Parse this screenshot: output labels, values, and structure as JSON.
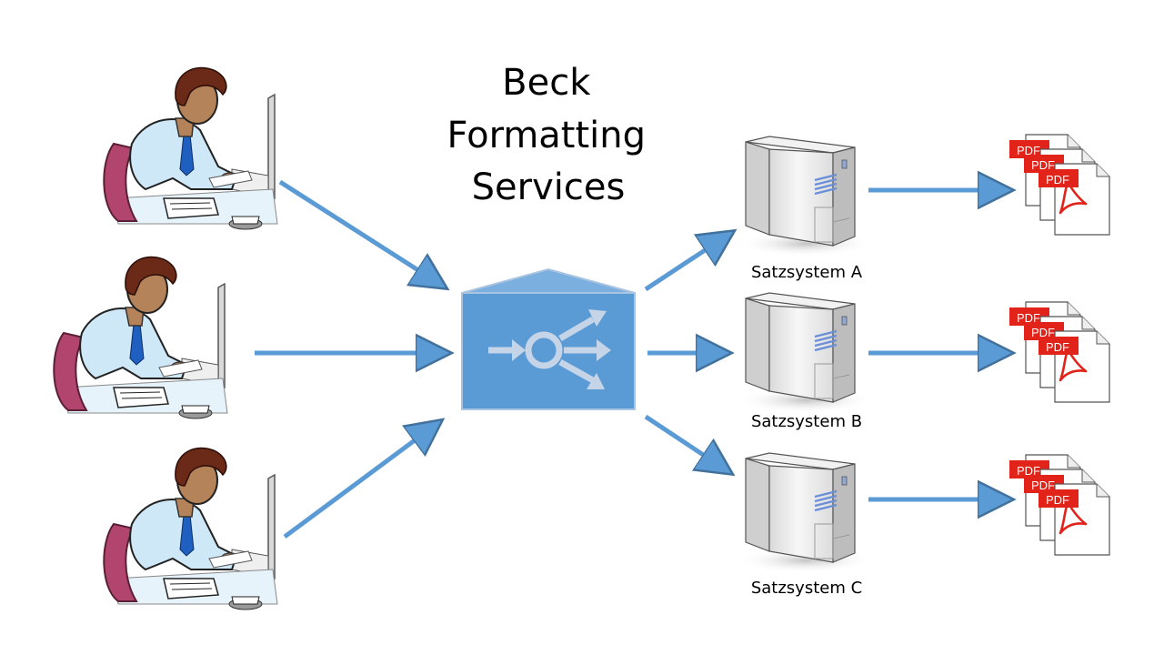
{
  "title": {
    "lines": [
      "Beck",
      "Formatting",
      "Services"
    ]
  },
  "users": [
    {
      "icon": "person-at-computer-icon"
    },
    {
      "icon": "person-at-computer-icon"
    },
    {
      "icon": "person-at-computer-icon"
    }
  ],
  "hub": {
    "icon": "distribution-hub-icon"
  },
  "servers": [
    {
      "label": "Satzsystem A",
      "icon": "server-tower-icon"
    },
    {
      "label": "Satzsystem B",
      "icon": "server-tower-icon"
    },
    {
      "label": "Satzsystem C",
      "icon": "server-tower-icon"
    }
  ],
  "outputs": [
    {
      "icon": "pdf-document-stack-icon",
      "badges": [
        "PDF",
        "PDF",
        "PDF"
      ]
    },
    {
      "icon": "pdf-document-stack-icon",
      "badges": [
        "PDF",
        "PDF",
        "PDF"
      ]
    },
    {
      "icon": "pdf-document-stack-icon",
      "badges": [
        "PDF",
        "PDF",
        "PDF"
      ]
    }
  ],
  "colors": {
    "arrow": "#5b9bd5",
    "arrow_edge": "#41719c",
    "hub": "#5b9bd5",
    "hub_light": "#7bafdf",
    "hub_glyph": "#c5d4e6",
    "pdf_red": "#e2231a",
    "shirt": "#cfe8f7",
    "tie": "#1f5fbf",
    "chair": "#b2456e",
    "skin": "#b5835a",
    "hair": "#6b2a18",
    "server_body": "#eeeeee",
    "server_side": "#c8c8c8",
    "server_stripes": "#6a8fd8"
  }
}
